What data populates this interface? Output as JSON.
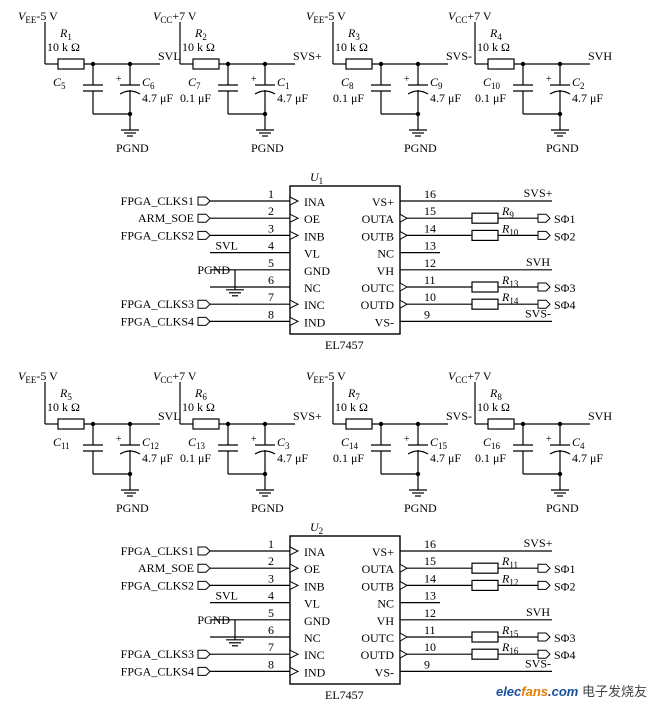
{
  "rails": [
    {
      "label_v": "V",
      "label_sub": "EE",
      "label_val": "-5 V",
      "r": "R",
      "r_sub": "1",
      "r_val": "10 k Ω",
      "c_left": "C",
      "c_left_sub": "5",
      "c_left_val": "",
      "c_right": "C",
      "c_right_sub": "6",
      "c_right_val": "4.7 μF",
      "net": "SVL",
      "gnd": "PGND",
      "polar_right": true
    },
    {
      "label_v": "V",
      "label_sub": "CC",
      "label_val": "+7 V",
      "r": "R",
      "r_sub": "2",
      "r_val": "10 k Ω",
      "c_left": "C",
      "c_left_sub": "7",
      "c_left_val": "0.1 μF",
      "c_right": "C",
      "c_right_sub": "1",
      "c_right_val": "4.7 μF",
      "net": "SVS+",
      "gnd": "PGND",
      "polar_right": true
    },
    {
      "label_v": "V",
      "label_sub": "EE",
      "label_val": "-5 V",
      "r": "R",
      "r_sub": "3",
      "r_val": "10 k Ω",
      "c_left": "C",
      "c_left_sub": "8",
      "c_left_val": "0.1 μF",
      "c_right": "C",
      "c_right_sub": "9",
      "c_right_val": "4.7 μF",
      "net": "SVS-",
      "gnd": "PGND",
      "polar_right": true
    },
    {
      "label_v": "V",
      "label_sub": "CC",
      "label_val": "+7 V",
      "r": "R",
      "r_sub": "4",
      "r_val": "10 k Ω",
      "c_left": "C",
      "c_left_sub": "10",
      "c_left_val": "0.1 μF",
      "c_right": "C",
      "c_right_sub": "2",
      "c_right_val": "4.7 μF",
      "net": "SVH",
      "gnd": "PGND",
      "polar_right": true
    },
    {
      "label_v": "V",
      "label_sub": "EE",
      "label_val": "-5 V",
      "r": "R",
      "r_sub": "5",
      "r_val": "10 k Ω",
      "c_left": "C",
      "c_left_sub": "11",
      "c_left_val": "",
      "c_right": "C",
      "c_right_sub": "12",
      "c_right_val": "4.7 μF",
      "net": "SVL",
      "gnd": "PGND",
      "polar_right": true
    },
    {
      "label_v": "V",
      "label_sub": "CC",
      "label_val": "+7 V",
      "r": "R",
      "r_sub": "6",
      "r_val": "10 k Ω",
      "c_left": "C",
      "c_left_sub": "13",
      "c_left_val": "0.1 μF",
      "c_right": "C",
      "c_right_sub": "3",
      "c_right_val": "4.7 μF",
      "net": "SVS+",
      "gnd": "PGND",
      "polar_right": true
    },
    {
      "label_v": "V",
      "label_sub": "EE",
      "label_val": "-5 V",
      "r": "R",
      "r_sub": "7",
      "r_val": "10 k Ω",
      "c_left": "C",
      "c_left_sub": "14",
      "c_left_val": "0.1 μF",
      "c_right": "C",
      "c_right_sub": "15",
      "c_right_val": "4.7 μF",
      "net": "SVS-",
      "gnd": "PGND",
      "polar_right": true
    },
    {
      "label_v": "V",
      "label_sub": "CC",
      "label_val": "+7 V",
      "r": "R",
      "r_sub": "8",
      "r_val": "10 k Ω",
      "c_left": "C",
      "c_left_sub": "16",
      "c_left_val": "0.1 μF",
      "c_right": "C",
      "c_right_sub": "4",
      "c_right_val": "4.7 μF",
      "net": "SVH",
      "gnd": "PGND",
      "polar_right": true
    }
  ],
  "chips": [
    {
      "ref": "U",
      "ref_sub": "1",
      "part": "EL7457",
      "left_pins": [
        {
          "num": "1",
          "name": "INA",
          "signal": "FPGA_CLKS1",
          "kind": "in"
        },
        {
          "num": "2",
          "name": "OE",
          "signal": "ARM_SOE",
          "kind": "in"
        },
        {
          "num": "3",
          "name": "INB",
          "signal": "FPGA_CLKS2",
          "kind": "in"
        },
        {
          "num": "4",
          "name": "VL",
          "signal": "SVL",
          "kind": "net"
        },
        {
          "num": "5",
          "name": "GND",
          "signal": "PGND",
          "kind": "gnd"
        },
        {
          "num": "6",
          "name": "NC",
          "signal": "",
          "kind": "none"
        },
        {
          "num": "7",
          "name": "INC",
          "signal": "FPGA_CLKS3",
          "kind": "in"
        },
        {
          "num": "8",
          "name": "IND",
          "signal": "FPGA_CLKS4",
          "kind": "in"
        }
      ],
      "right_pins": [
        {
          "num": "16",
          "name": "VS+",
          "signal": "SVS+",
          "kind": "net",
          "r": "",
          "r_sub": ""
        },
        {
          "num": "15",
          "name": "OUTA",
          "signal": "SΦ1",
          "kind": "out",
          "r": "R",
          "r_sub": "9"
        },
        {
          "num": "14",
          "name": "OUTB",
          "signal": "SΦ2",
          "kind": "out",
          "r": "R",
          "r_sub": "10"
        },
        {
          "num": "13",
          "name": "NC",
          "signal": "",
          "kind": "none",
          "r": "",
          "r_sub": ""
        },
        {
          "num": "12",
          "name": "VH",
          "signal": "SVH",
          "kind": "net",
          "r": "",
          "r_sub": ""
        },
        {
          "num": "11",
          "name": "OUTC",
          "signal": "SΦ3",
          "kind": "out",
          "r": "R",
          "r_sub": "13"
        },
        {
          "num": "10",
          "name": "OUTD",
          "signal": "SΦ4",
          "kind": "out",
          "r": "R",
          "r_sub": "14"
        },
        {
          "num": "9",
          "name": "VS-",
          "signal": "SVS-",
          "kind": "net",
          "r": "",
          "r_sub": ""
        }
      ]
    },
    {
      "ref": "U",
      "ref_sub": "2",
      "part": "EL7457",
      "left_pins": [
        {
          "num": "1",
          "name": "INA",
          "signal": "FPGA_CLKS1",
          "kind": "in"
        },
        {
          "num": "2",
          "name": "OE",
          "signal": "ARM_SOE",
          "kind": "in"
        },
        {
          "num": "3",
          "name": "INB",
          "signal": "FPGA_CLKS2",
          "kind": "in"
        },
        {
          "num": "4",
          "name": "VL",
          "signal": "SVL",
          "kind": "net"
        },
        {
          "num": "5",
          "name": "GND",
          "signal": "PGND",
          "kind": "gnd"
        },
        {
          "num": "6",
          "name": "NC",
          "signal": "",
          "kind": "none"
        },
        {
          "num": "7",
          "name": "INC",
          "signal": "FPGA_CLKS3",
          "kind": "in"
        },
        {
          "num": "8",
          "name": "IND",
          "signal": "FPGA_CLKS4",
          "kind": "in"
        }
      ],
      "right_pins": [
        {
          "num": "16",
          "name": "VS+",
          "signal": "SVS+",
          "kind": "net",
          "r": "",
          "r_sub": ""
        },
        {
          "num": "15",
          "name": "OUTA",
          "signal": "SΦ1",
          "kind": "out",
          "r": "R",
          "r_sub": "11"
        },
        {
          "num": "14",
          "name": "OUTB",
          "signal": "SΦ2",
          "kind": "out",
          "r": "R",
          "r_sub": "12"
        },
        {
          "num": "13",
          "name": "NC",
          "signal": "",
          "kind": "none",
          "r": "",
          "r_sub": ""
        },
        {
          "num": "12",
          "name": "VH",
          "signal": "SVH",
          "kind": "net",
          "r": "",
          "r_sub": ""
        },
        {
          "num": "11",
          "name": "OUTC",
          "signal": "SΦ3",
          "kind": "out",
          "r": "R",
          "r_sub": "15"
        },
        {
          "num": "10",
          "name": "OUTD",
          "signal": "SΦ4",
          "kind": "out",
          "r": "R",
          "r_sub": "16"
        },
        {
          "num": "9",
          "name": "VS-",
          "signal": "SVS-",
          "kind": "net",
          "r": "",
          "r_sub": ""
        }
      ]
    }
  ],
  "watermark": {
    "part1": "elec",
    "part2": "fans",
    "part3": ".com",
    "cn": "电子发烧友"
  }
}
